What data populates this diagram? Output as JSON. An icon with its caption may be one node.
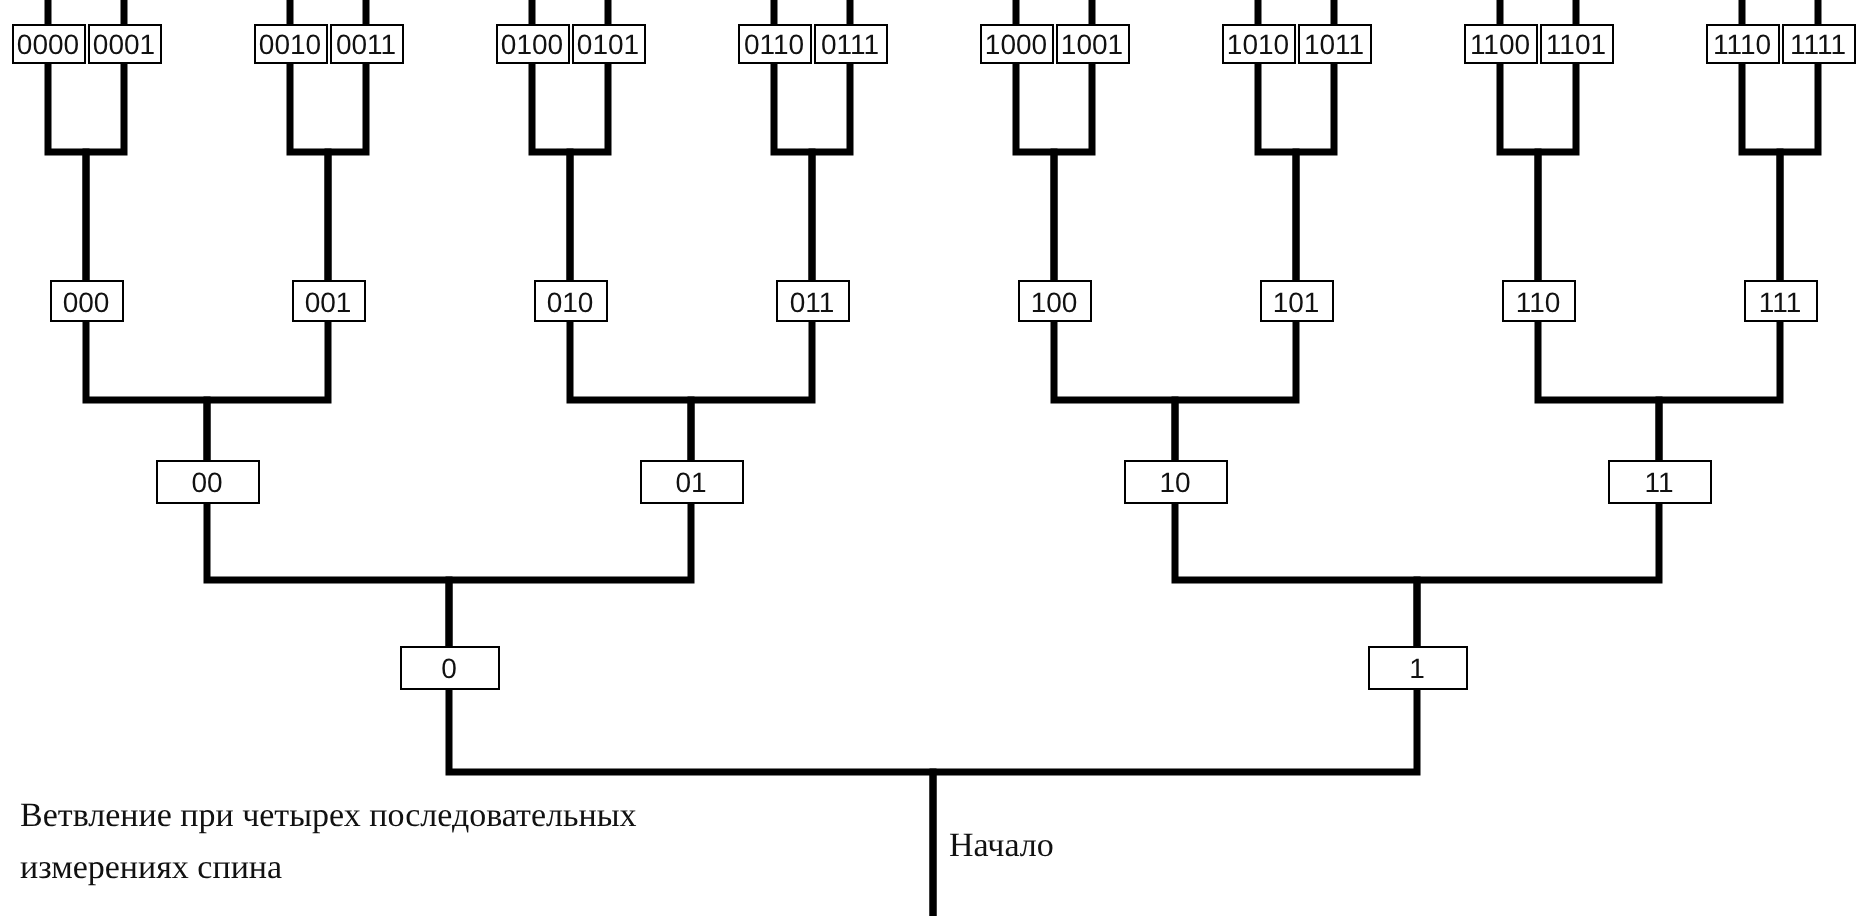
{
  "diagram": {
    "nodes": [
      {
        "text": [
          "0000"
        ]
      },
      {
        "text": [
          "0001"
        ]
      },
      {
        "text": [
          "0010"
        ]
      },
      {
        "text": [
          "0011"
        ]
      },
      {
        "text": [
          "0100"
        ]
      },
      {
        "text": [
          "0101"
        ]
      },
      {
        "text": [
          "0110"
        ]
      },
      {
        "text": [
          "0111"
        ]
      },
      {
        "text": [
          "1000"
        ]
      },
      {
        "text": [
          "1001"
        ]
      },
      {
        "text": [
          "1010"
        ]
      },
      {
        "text": [
          "1011"
        ]
      },
      {
        "text": [
          "1100"
        ]
      },
      {
        "text": [
          "1101"
        ]
      },
      {
        "text": [
          "1110"
        ]
      },
      {
        "text": [
          "1111"
        ]
      },
      {
        "text": [
          "000"
        ]
      },
      {
        "text": [
          "001"
        ]
      },
      {
        "text": [
          "010"
        ]
      },
      {
        "text": [
          "011"
        ]
      },
      {
        "text": [
          "100"
        ]
      },
      {
        "text": [
          "101"
        ]
      },
      {
        "text": [
          "110"
        ]
      },
      {
        "text": [
          "111"
        ]
      },
      {
        "text": [
          "00"
        ]
      },
      {
        "text": [
          "01"
        ]
      },
      {
        "text": [
          "10"
        ]
      },
      {
        "text": [
          "11"
        ]
      },
      {
        "text": [
          "0"
        ]
      },
      {
        "text": [
          "1"
        ]
      }
    ],
    "edges": [
      {
        "from": null,
        "to": 28,
        "arrow": "none"
      },
      {
        "from": null,
        "to": 29,
        "arrow": "none"
      },
      {
        "from": 28,
        "to": 24,
        "arrow": "none"
      },
      {
        "from": 28,
        "to": 25,
        "arrow": "none"
      },
      {
        "from": 29,
        "to": 26,
        "arrow": "none"
      },
      {
        "from": 29,
        "to": 27,
        "arrow": "none"
      },
      {
        "from": 24,
        "to": 16,
        "arrow": "none"
      },
      {
        "from": 24,
        "to": 17,
        "arrow": "none"
      },
      {
        "from": 25,
        "to": 18,
        "arrow": "none"
      },
      {
        "from": 25,
        "to": 19,
        "arrow": "none"
      },
      {
        "from": 26,
        "to": 20,
        "arrow": "none"
      },
      {
        "from": 26,
        "to": 21,
        "arrow": "none"
      },
      {
        "from": 27,
        "to": 22,
        "arrow": "none"
      },
      {
        "from": 27,
        "to": 23,
        "arrow": "none"
      },
      {
        "from": 16,
        "to": 0,
        "arrow": "none"
      },
      {
        "from": 16,
        "to": 1,
        "arrow": "none"
      },
      {
        "from": 17,
        "to": 2,
        "arrow": "none"
      },
      {
        "from": 17,
        "to": 3,
        "arrow": "none"
      },
      {
        "from": 18,
        "to": 4,
        "arrow": "none"
      },
      {
        "from": 18,
        "to": 5,
        "arrow": "none"
      },
      {
        "from": 19,
        "to": 6,
        "arrow": "none"
      },
      {
        "from": 19,
        "to": 7,
        "arrow": "none"
      },
      {
        "from": 20,
        "to": 8,
        "arrow": "none"
      },
      {
        "from": 20,
        "to": 9,
        "arrow": "none"
      },
      {
        "from": 21,
        "to": 10,
        "arrow": "none"
      },
      {
        "from": 21,
        "to": 11,
        "arrow": "none"
      },
      {
        "from": 22,
        "to": 12,
        "arrow": "none"
      },
      {
        "from": 22,
        "to": 13,
        "arrow": "none"
      },
      {
        "from": 23,
        "to": 14,
        "arrow": "none"
      },
      {
        "from": 23,
        "to": 15,
        "arrow": "none"
      },
      {
        "from": 0,
        "to": null,
        "arrow": "none"
      },
      {
        "from": 1,
        "to": null,
        "arrow": "none"
      },
      {
        "from": 2,
        "to": null,
        "arrow": "none"
      },
      {
        "from": 3,
        "to": null,
        "arrow": "none"
      },
      {
        "from": 4,
        "to": null,
        "arrow": "none"
      },
      {
        "from": 5,
        "to": null,
        "arrow": "none"
      },
      {
        "from": 6,
        "to": null,
        "arrow": "none"
      },
      {
        "from": 7,
        "to": null,
        "arrow": "none"
      },
      {
        "from": 8,
        "to": null,
        "arrow": "none"
      },
      {
        "from": 9,
        "to": null,
        "arrow": "none"
      },
      {
        "from": 10,
        "to": null,
        "arrow": "none"
      },
      {
        "from": 11,
        "to": null,
        "arrow": "none"
      },
      {
        "from": 12,
        "to": null,
        "arrow": "none"
      },
      {
        "from": 13,
        "to": null,
        "arrow": "none"
      },
      {
        "from": 14,
        "to": null,
        "arrow": "none"
      },
      {
        "from": 15,
        "to": null,
        "arrow": "none"
      }
    ],
    "labels": [
      "Ветвление при четырех последовательных измерениях спина",
      "Начало"
    ]
  }
}
